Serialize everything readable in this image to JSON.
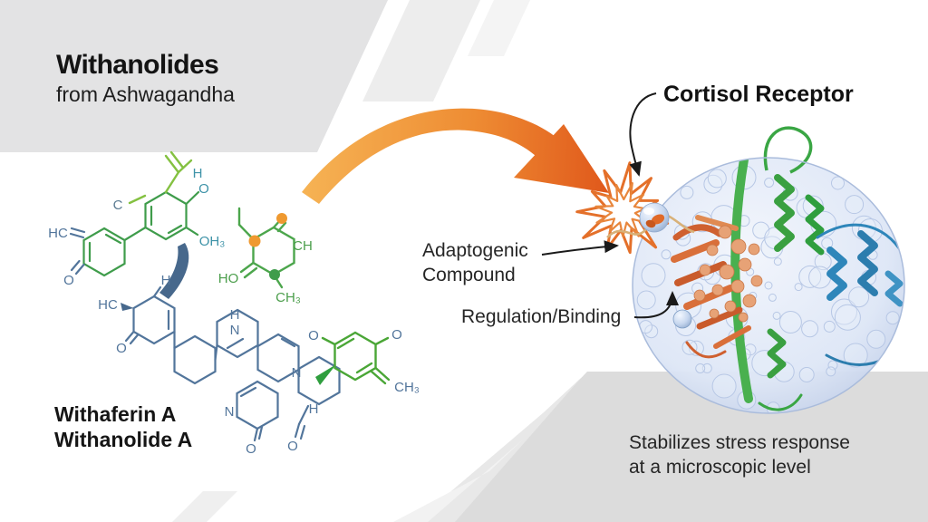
{
  "header": {
    "title": "Withanolides",
    "subtitle": "from Ashwagandha"
  },
  "right_panel": {
    "receptor_label": "Cortisol Receptor",
    "adaptogenic_line1": "Adaptogenic",
    "adaptogenic_line2": "Compound",
    "regulation_label": "Regulation/Binding",
    "caption_line1": "Stabilizes stress response",
    "caption_line2": "at a microscopic level"
  },
  "left_panel": {
    "compound1": "Withaferin A",
    "compound2": "Withanolide A"
  },
  "molecule": {
    "atom_labels": [
      "H",
      "O",
      "C",
      "HC",
      "O",
      "OH₃",
      "HO",
      "CH",
      "CH₃",
      "H",
      "HC",
      "O",
      "H",
      "N",
      "N",
      "N",
      "O",
      "O",
      "H",
      "O",
      "O",
      "CH₃"
    ]
  },
  "colors": {
    "arrow_gradient_start": "#f6b455",
    "arrow_gradient_end": "#e0581b",
    "starburst_outline": "#e4702a",
    "molecule_green": "#3f9c4b",
    "molecule_light_green": "#84c141",
    "molecule_steel_blue": "#52759b",
    "molecule_teal": "#3e93a8",
    "orange_atom_dot": "#ef9930",
    "sphere_fill": "#e8eefa",
    "sphere_rim": "#aabcdc",
    "ribbon_orange": "#d4693a",
    "ribbon_green": "#3aa644",
    "ribbon_blue": "#2e86ba",
    "background_gray": "#e3e3e4",
    "background_gray_bottom": "#dcdcdc"
  }
}
